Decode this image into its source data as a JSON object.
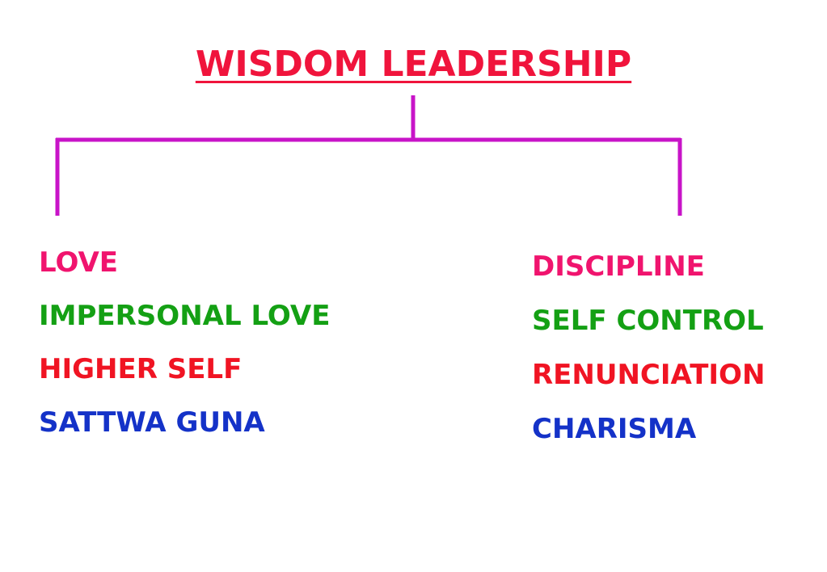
{
  "title": {
    "text": "WISDOM LEADERSHIP",
    "color": "#F0143C"
  },
  "connector_color": "#C814C8",
  "branches": {
    "left": {
      "items": [
        {
          "label": "LOVE",
          "color": "#F0146E"
        },
        {
          "label": "IMPERSONAL LOVE",
          "color": "#14A014"
        },
        {
          "label": "HIGHER SELF",
          "color": "#F01423"
        },
        {
          "label": "SATTWA GUNA",
          "color": "#1432C8"
        }
      ]
    },
    "right": {
      "items": [
        {
          "label": "DISCIPLINE",
          "color": "#F0146E"
        },
        {
          "label": "SELF CONTROL",
          "color": "#14A014"
        },
        {
          "label": "RENUNCIATION",
          "color": "#F01423"
        },
        {
          "label": "CHARISMA",
          "color": "#1432C8"
        }
      ]
    }
  }
}
